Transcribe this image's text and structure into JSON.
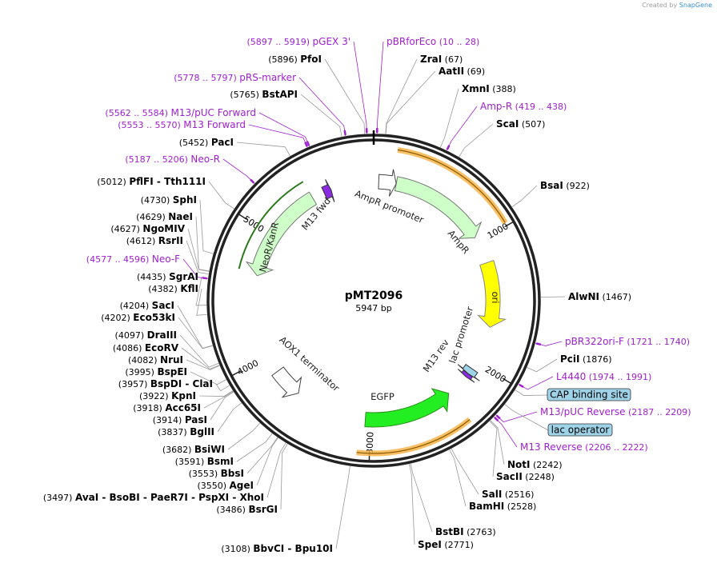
{
  "credit": {
    "prefix": "Created by",
    "brand": "SnapGene"
  },
  "plasmid": {
    "name": "pMT2096",
    "size_label": "5947 bp",
    "size": 5947
  },
  "tick_labels": [
    "1000",
    "2000",
    "3000",
    "4000",
    "5000"
  ],
  "colors": {
    "primer": "#a020d0",
    "ampr": "#cfffc8",
    "ori": "#ffff00",
    "egfp": "#22ee22",
    "neo": "#cfffc8",
    "box": "#9fd3e8",
    "orange": "#f7b44a"
  },
  "features": [
    {
      "label": "AmpR promoter",
      "start": 10,
      "end": 115,
      "type": "promoter"
    },
    {
      "label": "AmpR",
      "start": 115,
      "end": 975,
      "type": "cds"
    },
    {
      "label": "ori",
      "start": 1145,
      "end": 1735,
      "type": "ori"
    },
    {
      "label": "lac promoter",
      "start": 2060,
      "end": 2100,
      "type": "promoter"
    },
    {
      "label": "M13 rev",
      "start": 2100,
      "end": 2120,
      "type": "primer_bind"
    },
    {
      "label": "EGFP",
      "start": 2330,
      "end": 3050,
      "type": "cds"
    },
    {
      "label": "AOX1 terminator",
      "start": 3600,
      "end": 3850,
      "type": "terminator"
    },
    {
      "label": "NeoR/KanR",
      "start": 4640,
      "end": 5440,
      "type": "cds"
    },
    {
      "label": "M13 fwd",
      "start": 5553,
      "end": 5570,
      "type": "primer_bind"
    }
  ],
  "boxed_labels": [
    {
      "text": "CAP binding site",
      "pos": 2020
    },
    {
      "text": "lac operator",
      "pos": 2120
    }
  ],
  "primers": [
    {
      "name": "pGEX 3'",
      "range": "(5897 .. 5919)",
      "pos": 5908
    },
    {
      "name": "pBRforEco",
      "range": "(10 .. 28)",
      "pos": 19
    },
    {
      "name": "pRS-marker",
      "range": "(5778 .. 5797)",
      "pos": 5787
    },
    {
      "name": "M13/pUC Forward",
      "range": "(5562 .. 5584)",
      "pos": 5573
    },
    {
      "name": "M13 Forward",
      "range": "(5553 .. 5570)",
      "pos": 5561
    },
    {
      "name": "Neo-R",
      "range": "(5187 .. 5206)",
      "pos": 5196
    },
    {
      "name": "Neo-F",
      "range": "(4577 .. 4596)",
      "pos": 4586
    },
    {
      "name": "Amp-R",
      "range": "(419 .. 438)",
      "pos": 428
    },
    {
      "name": "pBR322ori-F",
      "range": "(1721 .. 1740)",
      "pos": 1730
    },
    {
      "name": "L4440",
      "range": "(1974 .. 1991)",
      "pos": 1982
    },
    {
      "name": "M13/pUC Reverse",
      "range": "(2187 .. 2209)",
      "pos": 2198
    },
    {
      "name": "M13 Reverse",
      "range": "(2206 .. 2222)",
      "pos": 2214
    }
  ],
  "enzymes": [
    {
      "name": "PfoI",
      "pos_label": "(5896)",
      "pos": 5896
    },
    {
      "name": "BstAPI",
      "pos_label": "(5765)",
      "pos": 5765
    },
    {
      "name": "PacI",
      "pos_label": "(5452)",
      "pos": 5452
    },
    {
      "name": "PflFI - Tth111I",
      "pos_label": "(5012)",
      "pos": 5012
    },
    {
      "name": "SphI",
      "pos_label": "(4730)",
      "pos": 4730
    },
    {
      "name": "NaeI",
      "pos_label": "(4629)",
      "pos": 4629
    },
    {
      "name": "NgoMIV",
      "pos_label": "(4627)",
      "pos": 4627
    },
    {
      "name": "RsrII",
      "pos_label": "(4612)",
      "pos": 4612
    },
    {
      "name": "SgrAI",
      "pos_label": "(4435)",
      "pos": 4435
    },
    {
      "name": "KflI",
      "pos_label": "(4382)",
      "pos": 4382
    },
    {
      "name": "SacI",
      "pos_label": "(4204)",
      "pos": 4204
    },
    {
      "name": "Eco53kI",
      "pos_label": "(4202)",
      "pos": 4202
    },
    {
      "name": "DraIII",
      "pos_label": "(4097)",
      "pos": 4097
    },
    {
      "name": "EcoRV",
      "pos_label": "(4086)",
      "pos": 4086
    },
    {
      "name": "NruI",
      "pos_label": "(4082)",
      "pos": 4082
    },
    {
      "name": "BspEI",
      "pos_label": "(3995)",
      "pos": 3995
    },
    {
      "name": "BspDI - ClaI",
      "pos_label": "(3957)",
      "pos": 3957
    },
    {
      "name": "KpnI",
      "pos_label": "(3922)",
      "pos": 3922
    },
    {
      "name": "Acc65I",
      "pos_label": "(3918)",
      "pos": 3918
    },
    {
      "name": "PasI",
      "pos_label": "(3914)",
      "pos": 3914
    },
    {
      "name": "BglII",
      "pos_label": "(3837)",
      "pos": 3837
    },
    {
      "name": "BsiWI",
      "pos_label": "(3682)",
      "pos": 3682
    },
    {
      "name": "BsmI",
      "pos_label": "(3591)",
      "pos": 3591
    },
    {
      "name": "BbsI",
      "pos_label": "(3553)",
      "pos": 3553
    },
    {
      "name": "AgeI",
      "pos_label": "(3550)",
      "pos": 3550
    },
    {
      "name": "AvaI - BsoBI - PaeR7I - PspXI - XhoI",
      "pos_label": "(3497)",
      "pos": 3497
    },
    {
      "name": "BsrGI",
      "pos_label": "(3486)",
      "pos": 3486
    },
    {
      "name": "BbvCI - Bpu10I",
      "pos_label": "(3108)",
      "pos": 3108
    },
    {
      "name": "ZraI",
      "pos_label": "(67)",
      "pos": 67
    },
    {
      "name": "AatII",
      "pos_label": "(69)",
      "pos": 69
    },
    {
      "name": "XmnI",
      "pos_label": "(388)",
      "pos": 388
    },
    {
      "name": "ScaI",
      "pos_label": "(507)",
      "pos": 507
    },
    {
      "name": "BsaI",
      "pos_label": "(922)",
      "pos": 922
    },
    {
      "name": "AlwNI",
      "pos_label": "(1467)",
      "pos": 1467
    },
    {
      "name": "PciI",
      "pos_label": "(1876)",
      "pos": 1876
    },
    {
      "name": "NotI",
      "pos_label": "(2242)",
      "pos": 2242
    },
    {
      "name": "SacII",
      "pos_label": "(2248)",
      "pos": 2248
    },
    {
      "name": "SalI",
      "pos_label": "(2516)",
      "pos": 2516
    },
    {
      "name": "BamHI",
      "pos_label": "(2528)",
      "pos": 2528
    },
    {
      "name": "BstBI",
      "pos_label": "(2763)",
      "pos": 2763
    },
    {
      "name": "SpeI",
      "pos_label": "(2771)",
      "pos": 2771
    }
  ]
}
